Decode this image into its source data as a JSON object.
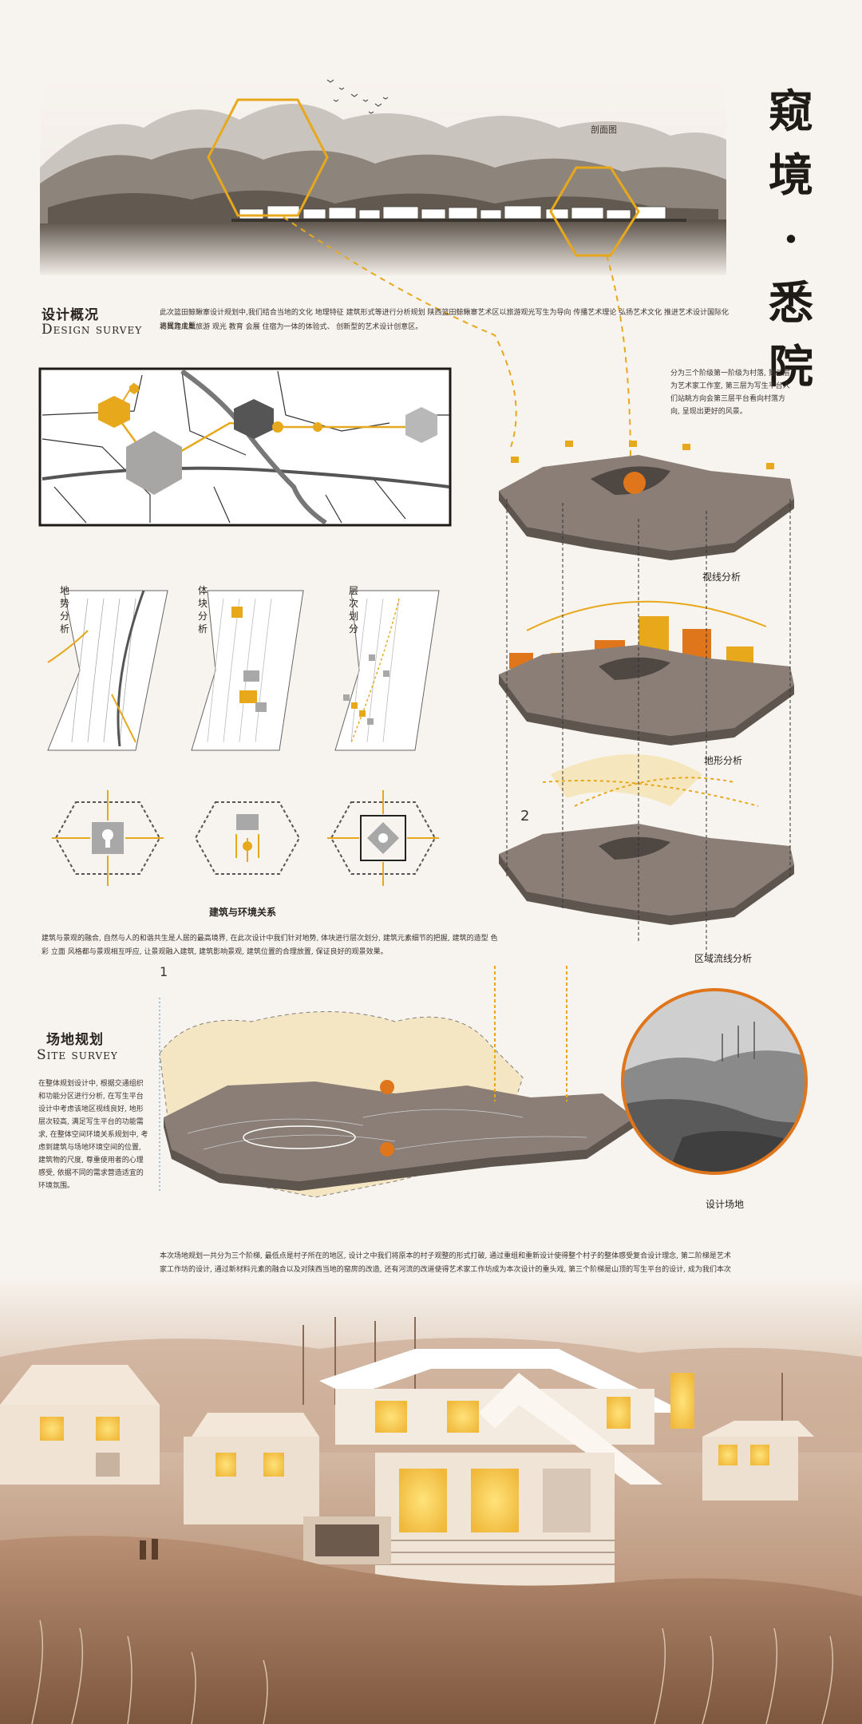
{
  "title": {
    "line1": "窥",
    "line2": "境",
    "dot": "·",
    "line3": "悉",
    "line4": "院"
  },
  "section_label": "剖面图",
  "design_survey": {
    "title_cn": "设计概况",
    "title_en": "Design survey",
    "paragraph_1": "此次篮田鲸鳅寨设计规划中,我们结合当地的文化 地理特征 建筑形式等进行分析规划 陕西篮田鲸鳅寨艺术区以旅游观光写生为导向 传播艺术理论 弘扬艺术文化 推进艺术设计国际化进程为主题",
    "paragraph_2": "将其建成集旅游 观光 教育 会展 住宿为一体的体验式、 创新型的艺术设计创意区。"
  },
  "right_note": "分为三个阶级第一阶级为村落, 第二层为艺术家工作室, 第三层为写生平台人们站眺方向会第三层平台看向村落方向, 呈现出更好的风景。",
  "analysis_labels": {
    "sightline": "视线分析",
    "terrain": "地形分析",
    "circulation": "区域流线分析",
    "number_2": "2",
    "number_1": "1"
  },
  "mini_maps": [
    {
      "label": "地势分析"
    },
    {
      "label": "体块分析"
    },
    {
      "label": "层次划分"
    }
  ],
  "relation_title": "建筑与环境关系",
  "relation_paragraph": "建筑与景观的融合, 自然与人的和谐共生是人居的最高境界, 在此次设计中我们针对地势, 体块进行层次划分, 建筑元素细节的把握, 建筑的造型 色彩 立面 风格都与景观相互呼应, 让景观融入建筑, 建筑影响景观, 建筑位置的合理放置, 保证良好的观景效果。",
  "site_planning": {
    "title_cn": "场地规划",
    "title_en": "Site survey",
    "paragraph": "在整体规划设计中, 根据交通组织和功能分区进行分析, 在写生平台设计中考虑该地区视线良好, 地形层次较高, 满足写生平台的功能需求, 在整体空间环境关系规划中, 考虑到建筑与场地环境空间的位置, 建筑物的尺度, 尊重使用者的心理感受, 依据不同的需求营造适宜的环境氛围。",
    "photo_label": "设计场地"
  },
  "bottom_paragraph": "本次场地规划一共分为三个阶梯, 最低点是村子所在的地区, 设计之中我们将原本的村子观整的形式打破, 通过重组和重新设计使得整个村子的整体感受复合设计理念, 第二阶梯是艺术家工作坊的设计, 通过新材料元素的融合以及对陕西当地的窑房的改造, 还有河流的改道使得艺术家工作坊成为本次设计的重头戏, 第三个阶梯是山顶的写生平台的设计, 成为我们本次设计的重要部分。",
  "colors": {
    "accent": "#e8a81c",
    "orange": "#e0761c",
    "ink": "#2a241f",
    "sepia": "#c9ab93"
  }
}
